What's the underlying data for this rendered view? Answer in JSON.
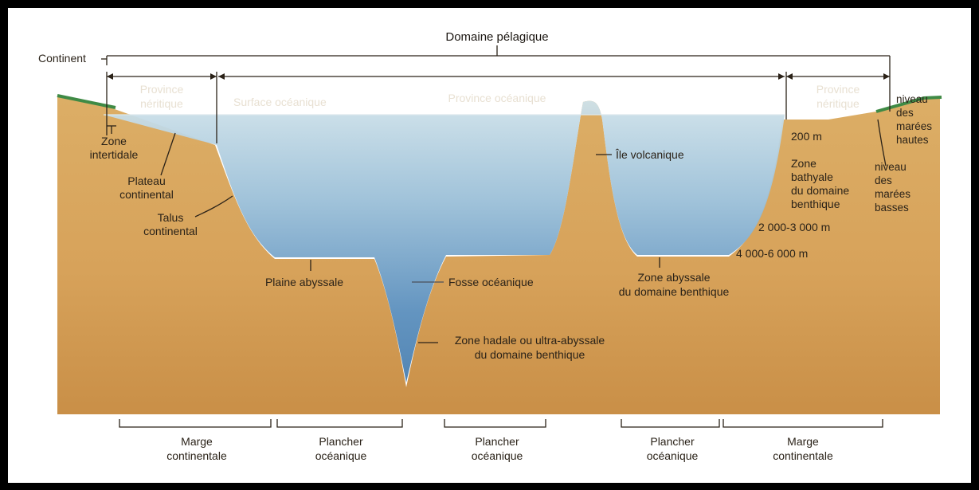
{
  "header": {
    "domaine_pelagique": "Domaine pélagique",
    "continent": "Continent",
    "province_neritique_left": [
      "Province",
      "néritique"
    ],
    "province_neritique_right": [
      "Province",
      "néritique"
    ],
    "surface_oceanique": "Surface océanique",
    "province_oceanique": "Province océanique"
  },
  "labels": {
    "zone_intertidale": [
      "Zone",
      "intertidale"
    ],
    "plateau_continental": [
      "Plateau",
      "continental"
    ],
    "talus_continental": [
      "Talus",
      "continental"
    ],
    "plaine_abyssale": "Plaine abyssale",
    "fosse_oceanique": "Fosse océanique",
    "zone_hadale": [
      "Zone hadale ou ultra-abyssale",
      "du domaine benthique"
    ],
    "ile_volcanique": "Île volcanique",
    "zone_abyssale": [
      "Zone abyssale",
      "du domaine benthique"
    ],
    "depth_200": "200 m",
    "zone_bathyale": [
      "Zone",
      "bathyale",
      "du domaine",
      "benthique"
    ],
    "depth_2000": "2 000-3 000 m",
    "depth_4000": "4 000-6 000 m",
    "niveau_hautes": [
      "niveau",
      "des",
      "marées",
      "hautes"
    ],
    "niveau_basses": [
      "niveau",
      "des",
      "marées",
      "basses"
    ]
  },
  "bottom": {
    "marge_left": [
      "Marge",
      "continentale"
    ],
    "plancher_1": [
      "Plancher",
      "océanique"
    ],
    "plancher_2": [
      "Plancher",
      "océanique"
    ],
    "plancher_3": [
      "Plancher",
      "océanique"
    ],
    "marge_right": [
      "Marge",
      "continentale"
    ]
  },
  "colors": {
    "sediment": "#d9a65a",
    "sediment_dark": "#c9914a",
    "water_top": "#c8dde6",
    "water_bottom": "#4f86b6",
    "grass": "#3f8a45"
  }
}
